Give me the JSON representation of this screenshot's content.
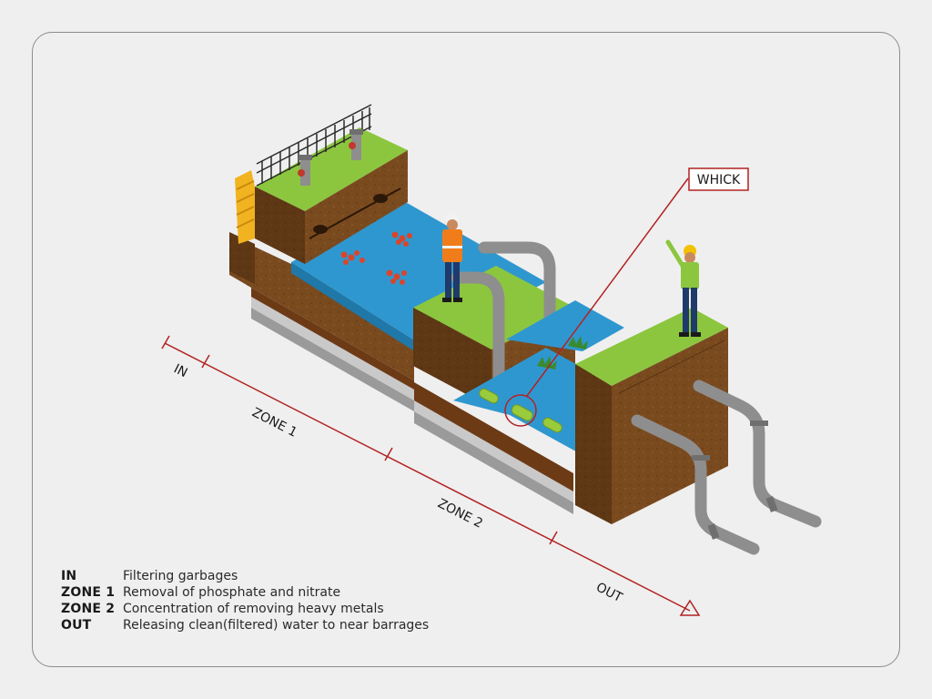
{
  "callout": {
    "label": "WHICK"
  },
  "flow_labels": {
    "in": "IN",
    "zone1": "ZONE 1",
    "zone2": "ZONE 2",
    "out": "OUT"
  },
  "legend": [
    {
      "key": "IN",
      "desc": "Filtering garbages"
    },
    {
      "key": "ZONE 1",
      "desc": "Removal of phosphate and nitrate"
    },
    {
      "key": "ZONE 2",
      "desc": "Concentration of removing heavy metals"
    },
    {
      "key": "OUT",
      "desc": "Releasing clean(filtered) water to near barrages"
    }
  ],
  "colors": {
    "background": "#efefef",
    "grass": "#8cc63f",
    "soil": "#7a4a1f",
    "water": "#2f97cf",
    "pipe": "#8e8e8e",
    "accent_line": "#b22222"
  }
}
